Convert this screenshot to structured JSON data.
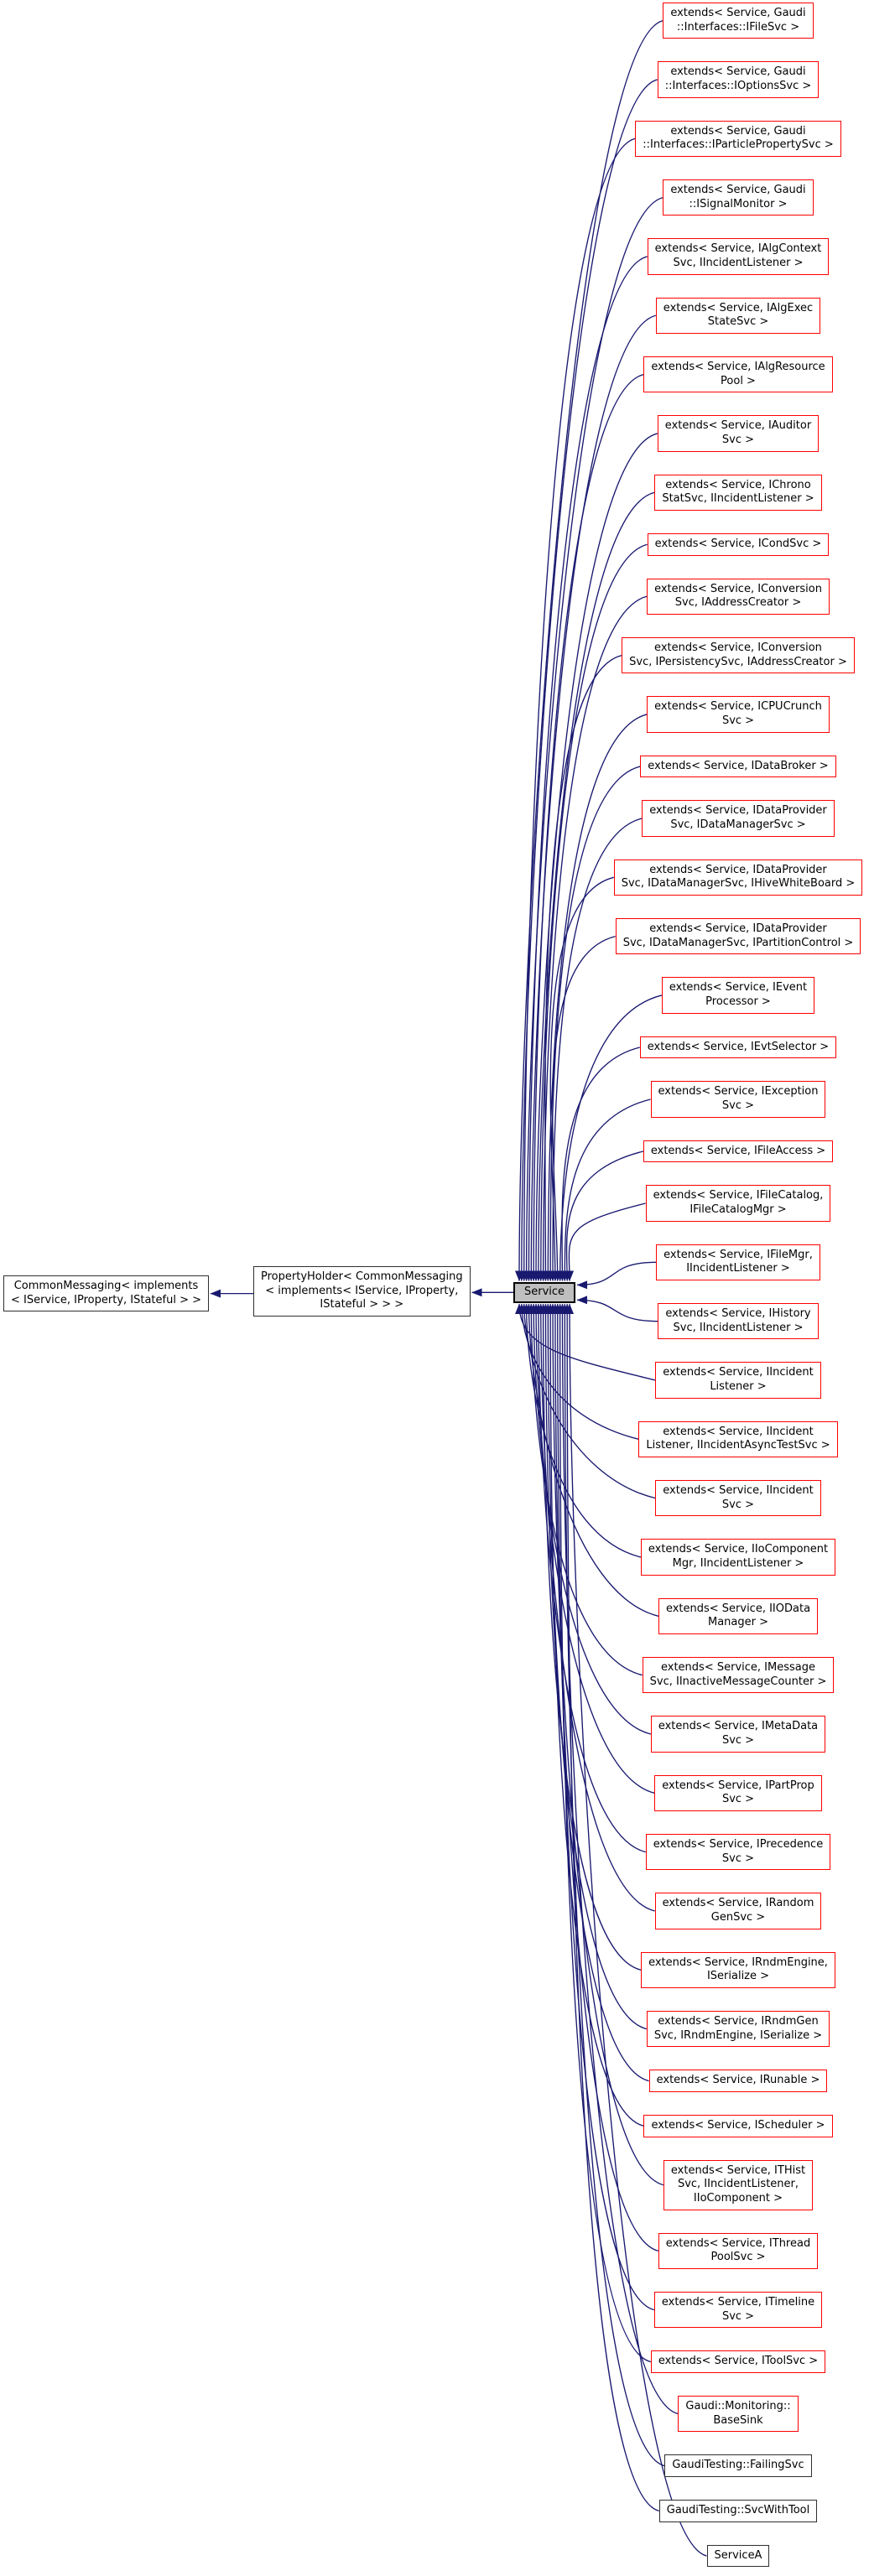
{
  "diagram": {
    "kind": "doxygen-inheritance-graph",
    "colors": {
      "edge": "#191970",
      "red_border": "#ff0000",
      "black_border": "#2f2f2f",
      "current_fill": "#bfbfbf",
      "node_fill": "#ffffff",
      "text": "#000000",
      "background": "#ffffff"
    },
    "current": {
      "label": "Service"
    },
    "base_chain": [
      {
        "id": "common-messaging",
        "lines": [
          "CommonMessaging< implements",
          "< IService, IProperty, IStateful > >"
        ]
      },
      {
        "id": "property-holder",
        "lines": [
          "PropertyHolder< CommonMessaging",
          "< implements< IService, IProperty,",
          "IStateful > > >"
        ]
      }
    ],
    "derived": [
      {
        "border": "red",
        "lines": [
          "extends< Service, Gaudi",
          "::Interfaces::IFileSvc >"
        ]
      },
      {
        "border": "red",
        "lines": [
          "extends< Service, Gaudi",
          "::Interfaces::IOptionsSvc >"
        ]
      },
      {
        "border": "red",
        "lines": [
          "extends< Service, Gaudi",
          "::Interfaces::IParticlePropertySvc >"
        ]
      },
      {
        "border": "red",
        "lines": [
          "extends< Service, Gaudi",
          "::ISignalMonitor >"
        ]
      },
      {
        "border": "red",
        "lines": [
          "extends< Service, IAlgContext",
          "Svc, IIncidentListener >"
        ]
      },
      {
        "border": "red",
        "lines": [
          "extends< Service, IAlgExec",
          "StateSvc >"
        ]
      },
      {
        "border": "red",
        "lines": [
          "extends< Service, IAlgResource",
          "Pool >"
        ]
      },
      {
        "border": "red",
        "lines": [
          "extends< Service, IAuditor",
          "Svc >"
        ]
      },
      {
        "border": "red",
        "lines": [
          "extends< Service, IChrono",
          "StatSvc, IIncidentListener >"
        ]
      },
      {
        "border": "red",
        "lines": [
          "extends< Service, ICondSvc >"
        ]
      },
      {
        "border": "red",
        "lines": [
          "extends< Service, IConversion",
          "Svc, IAddressCreator >"
        ]
      },
      {
        "border": "red",
        "lines": [
          "extends< Service, IConversion",
          "Svc, IPersistencySvc, IAddressCreator >"
        ]
      },
      {
        "border": "red",
        "lines": [
          "extends< Service, ICPUCrunch",
          "Svc >"
        ]
      },
      {
        "border": "red",
        "lines": [
          "extends< Service, IDataBroker >"
        ]
      },
      {
        "border": "red",
        "lines": [
          "extends< Service, IDataProvider",
          "Svc, IDataManagerSvc >"
        ]
      },
      {
        "border": "red",
        "lines": [
          "extends< Service, IDataProvider",
          "Svc, IDataManagerSvc, IHiveWhiteBoard >"
        ]
      },
      {
        "border": "red",
        "lines": [
          "extends< Service, IDataProvider",
          "Svc, IDataManagerSvc, IPartitionControl >"
        ]
      },
      {
        "border": "red",
        "lines": [
          "extends< Service, IEvent",
          "Processor >"
        ]
      },
      {
        "border": "red",
        "lines": [
          "extends< Service, IEvtSelector >"
        ]
      },
      {
        "border": "red",
        "lines": [
          "extends< Service, IException",
          "Svc >"
        ]
      },
      {
        "border": "red",
        "lines": [
          "extends< Service, IFileAccess >"
        ]
      },
      {
        "border": "red",
        "lines": [
          "extends< Service, IFileCatalog,",
          "IFileCatalogMgr >"
        ]
      },
      {
        "border": "red",
        "lines": [
          "extends< Service, IFileMgr,",
          "IIncidentListener >"
        ]
      },
      {
        "border": "red",
        "lines": [
          "extends< Service, IHistory",
          "Svc, IIncidentListener >"
        ]
      },
      {
        "border": "red",
        "lines": [
          "extends< Service, IIncident",
          "Listener >"
        ]
      },
      {
        "border": "red",
        "lines": [
          "extends< Service, IIncident",
          "Listener, IIncidentAsyncTestSvc >"
        ]
      },
      {
        "border": "red",
        "lines": [
          "extends< Service, IIncident",
          "Svc >"
        ]
      },
      {
        "border": "red",
        "lines": [
          "extends< Service, IIoComponent",
          "Mgr, IIncidentListener >"
        ]
      },
      {
        "border": "red",
        "lines": [
          "extends< Service, IIOData",
          "Manager >"
        ]
      },
      {
        "border": "red",
        "lines": [
          "extends< Service, IMessage",
          "Svc, IInactiveMessageCounter >"
        ]
      },
      {
        "border": "red",
        "lines": [
          "extends< Service, IMetaData",
          "Svc >"
        ]
      },
      {
        "border": "red",
        "lines": [
          "extends< Service, IPartProp",
          "Svc >"
        ]
      },
      {
        "border": "red",
        "lines": [
          "extends< Service, IPrecedence",
          "Svc >"
        ]
      },
      {
        "border": "red",
        "lines": [
          "extends< Service, IRandom",
          "GenSvc >"
        ]
      },
      {
        "border": "red",
        "lines": [
          "extends< Service, IRndmEngine,",
          "ISerialize >"
        ]
      },
      {
        "border": "red",
        "lines": [
          "extends< Service, IRndmGen",
          "Svc, IRndmEngine, ISerialize >"
        ]
      },
      {
        "border": "red",
        "lines": [
          "extends< Service, IRunable >"
        ]
      },
      {
        "border": "red",
        "lines": [
          "extends< Service, IScheduler >"
        ]
      },
      {
        "border": "red",
        "lines": [
          "extends< Service, ITHist",
          "Svc, IIncidentListener,",
          "IIoComponent >"
        ]
      },
      {
        "border": "red",
        "lines": [
          "extends< Service, IThread",
          "PoolSvc >"
        ]
      },
      {
        "border": "red",
        "lines": [
          "extends< Service, ITimeline",
          "Svc >"
        ]
      },
      {
        "border": "red",
        "lines": [
          "extends< Service, IToolSvc >"
        ]
      },
      {
        "border": "red",
        "lines": [
          "Gaudi::Monitoring::",
          "BaseSink"
        ]
      },
      {
        "border": "black",
        "lines": [
          "GaudiTesting::FailingSvc"
        ]
      },
      {
        "border": "black",
        "lines": [
          "GaudiTesting::SvcWithTool"
        ]
      },
      {
        "border": "black",
        "lines": [
          "ServiceA"
        ]
      }
    ]
  }
}
